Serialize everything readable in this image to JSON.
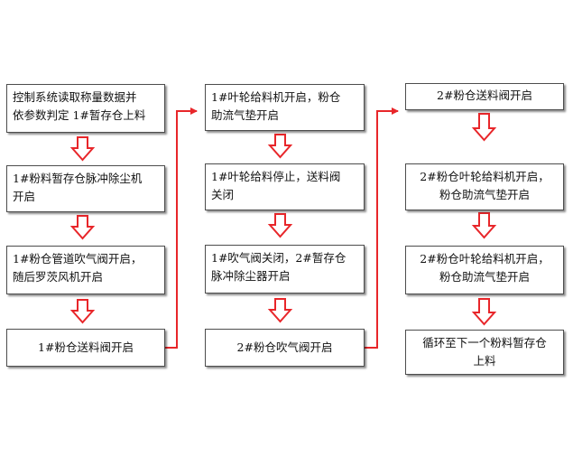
{
  "columns": [
    {
      "boxes": [
        {
          "lines": [
            "控制系统读取称量数据并",
            "依参数判定 1#暂存仓上料"
          ]
        },
        {
          "lines": [
            "1#粉料暂存仓脉冲除尘机",
            "开启"
          ]
        },
        {
          "lines": [
            "1#粉仓管道吹气阀开启，",
            "随后罗茨风机开启"
          ]
        },
        {
          "lines": [
            "1#粉仓送料阀开启"
          ]
        }
      ]
    },
    {
      "boxes": [
        {
          "lines": [
            "1#叶轮给料机开启，粉仓",
            "助流气垫开启"
          ]
        },
        {
          "lines": [
            "1#叶轮给料停止，送料阀",
            "关闭"
          ]
        },
        {
          "lines": [
            "1#吹气阀关闭，2#暂存仓",
            "脉冲除尘器开启"
          ]
        },
        {
          "lines": [
            "2#粉仓吹气阀开启"
          ]
        }
      ]
    },
    {
      "boxes": [
        {
          "lines": [
            "2#粉仓送料阀开启"
          ]
        },
        {
          "lines": [
            "2#粉仓叶轮给料机开启，",
            "粉仓助流气垫开启"
          ]
        },
        {
          "lines": [
            "2#粉仓叶轮给料机开启，",
            "粉仓助流气垫开启"
          ]
        },
        {
          "lines": [
            "循环至下一个粉料暂存仓",
            "上料"
          ]
        }
      ]
    }
  ],
  "colors": {
    "arrow": "#e8262a",
    "border": "#4d4d4d"
  }
}
